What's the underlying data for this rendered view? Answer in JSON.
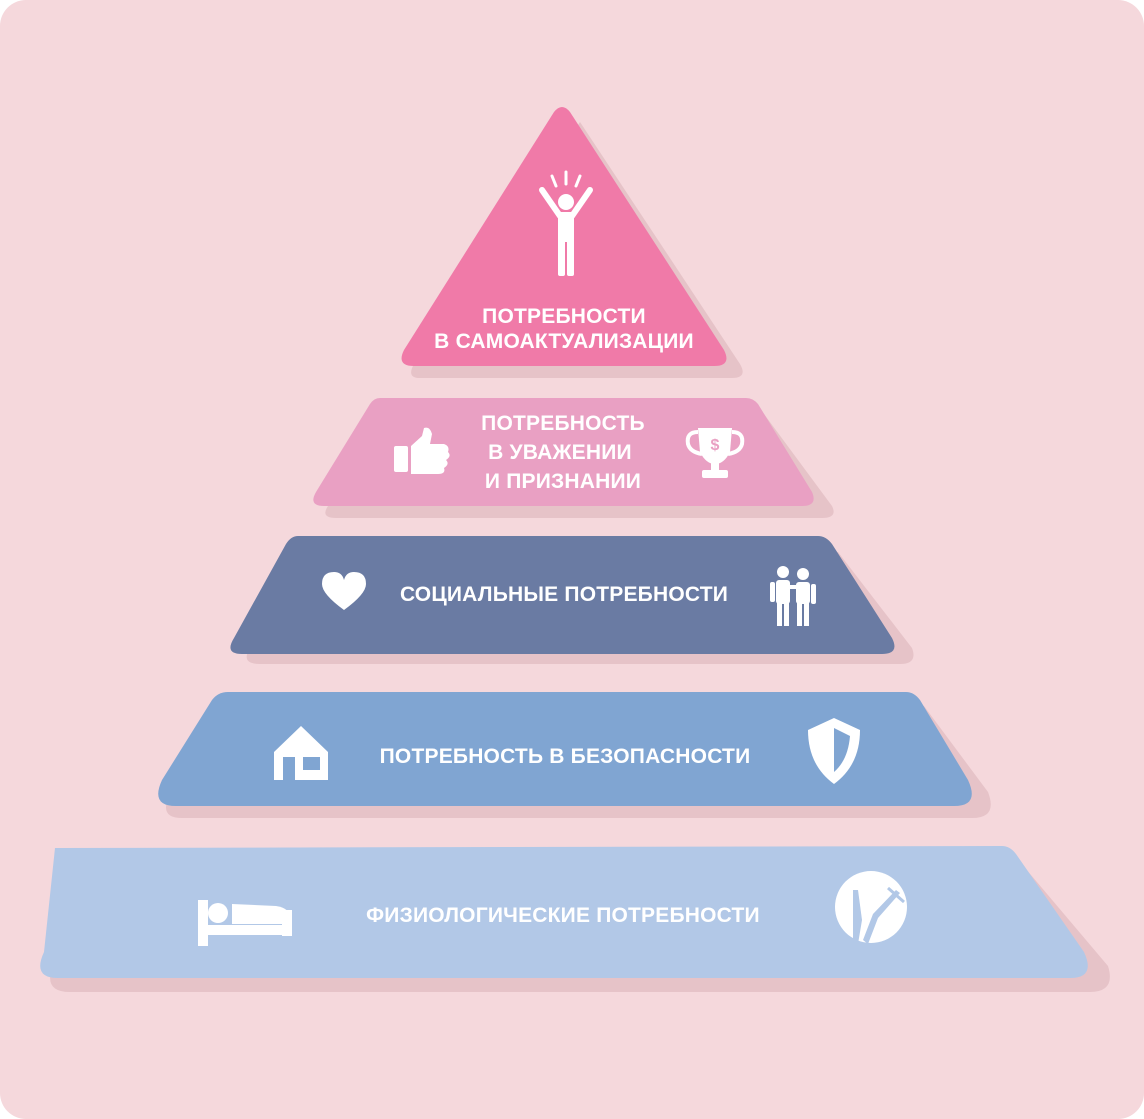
{
  "levels": [
    {
      "id": "self-actualization",
      "label_lines": [
        "ПОТРЕБНОСТИ",
        "В САМОАКТУАЛИЗАЦИИ"
      ],
      "color": "#f07aa8",
      "icons": [
        "person-raised-arms-icon"
      ]
    },
    {
      "id": "esteem",
      "label_lines": [
        "ПОТРЕБНОСТЬ",
        "В УВАЖЕНИИ",
        "И ПРИЗНАНИИ"
      ],
      "color": "#e9a0c3",
      "icons": [
        "thumbs-up-icon",
        "trophy-icon"
      ]
    },
    {
      "id": "social",
      "label_lines": [
        "СОЦИАЛЬНЫЕ ПОТРЕБНОСТИ"
      ],
      "color": "#6a7ba3",
      "icons": [
        "heart-icon",
        "two-people-icon"
      ]
    },
    {
      "id": "safety",
      "label_lines": [
        "ПОТРЕБНОСТЬ В БЕЗОПАСНОСТИ"
      ],
      "color": "#80a5d2",
      "icons": [
        "house-icon",
        "shield-icon"
      ]
    },
    {
      "id": "physiological",
      "label_lines": [
        "ФИЗИОЛОГИЧЕСКИЕ ПОТРЕБНОСТИ"
      ],
      "color": "#b2c8e7",
      "icons": [
        "bed-icon",
        "plate-knife-fork-icon"
      ]
    }
  ],
  "colors": {
    "background": "#f5d8dc",
    "shadow": "#e6c3c8",
    "text": "#ffffff"
  }
}
